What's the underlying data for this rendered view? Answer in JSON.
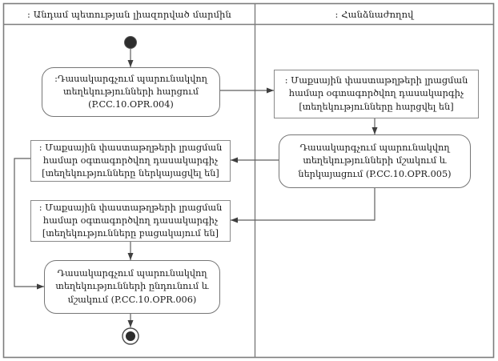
{
  "diagram": {
    "type": "uml-activity-swimlane",
    "lanes": [
      {
        "id": "member-state",
        "title": ": Անդամ պետության լիազորված մարմին"
      },
      {
        "id": "commission",
        "title": ": Հանձնաժողով"
      }
    ],
    "nodes": [
      {
        "id": "activity-request-info",
        "kind": "activity",
        "lane": "member-state",
        "label": ":Դասակարգչում պարունակվող տեղեկությունների հարցում (P.CC.10.OPR.004)"
      },
      {
        "id": "object-info-requested",
        "kind": "object",
        "lane": "commission",
        "label": ": Մաքսային փաստաթղթերի լրացման համար օգտագործվող դասակարգիչ [տեղեկությունները հարցվել են]"
      },
      {
        "id": "activity-process-present",
        "kind": "activity",
        "lane": "commission",
        "label": "Դասակարգչում պարունակվող տեղեկությունների մշակում և ներկայացում (P.CC.10.OPR.005)"
      },
      {
        "id": "object-info-presented",
        "kind": "object",
        "lane": "member-state",
        "label": ": Մաքսային փաստաթղթերի լրացման համար օգտագործվող դասակարգիչ [տեղեկությունները ներկայացվել են]"
      },
      {
        "id": "object-info-missing",
        "kind": "object",
        "lane": "member-state",
        "label": ": Մաքսային փաստաթղթերի լրացման համար օգտագործվող դասակարգիչ [տեղեկությունները բացակայում են]"
      },
      {
        "id": "activity-receive-process",
        "kind": "activity",
        "lane": "member-state",
        "label": "Դասակարգչում պարունակվող տեղեկությունների ընդունում և մշակում (P.CC.10.OPR.006)"
      }
    ],
    "terminals": [
      {
        "id": "initial-node",
        "kind": "start"
      },
      {
        "id": "final-node",
        "kind": "end"
      }
    ],
    "colors": {
      "frame_border": "#7d7d7d",
      "node_border": "#7e7e7e",
      "edge": "#5f5f5f",
      "arrowhead": "#3f3f3f",
      "terminal_fill": "#2d2d2d",
      "node_fill": "#ffffff",
      "text": "#1c1c1c"
    }
  }
}
